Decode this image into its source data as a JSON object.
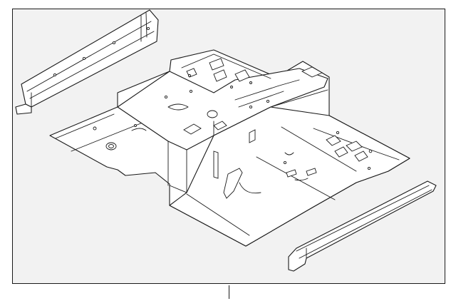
{
  "diagram": {
    "parts": [
      "left-rocker-reinforcement",
      "floor-pan-assembly",
      "right-rocker-reinforcement"
    ],
    "line_color": "#1a1a1a",
    "background_color": "#f2f2f2"
  }
}
